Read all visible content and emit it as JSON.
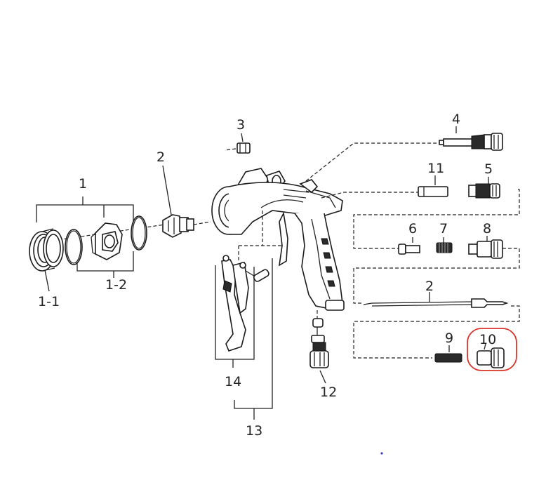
{
  "diagram": {
    "labels": {
      "l1": "1",
      "l1_1": "1-1",
      "l1_2": "1-2",
      "l2_nozzle": "2",
      "l3": "3",
      "l4": "4",
      "l5": "5",
      "l11": "11",
      "l6": "6",
      "l7": "7",
      "l8": "8",
      "l2_needle": "2",
      "l9": "9",
      "l10": "10",
      "l12": "12",
      "l14": "14",
      "l13": "13"
    },
    "colors": {
      "highlight": "#d9342b",
      "line": "#222222",
      "dot": "#3a3acc"
    }
  }
}
